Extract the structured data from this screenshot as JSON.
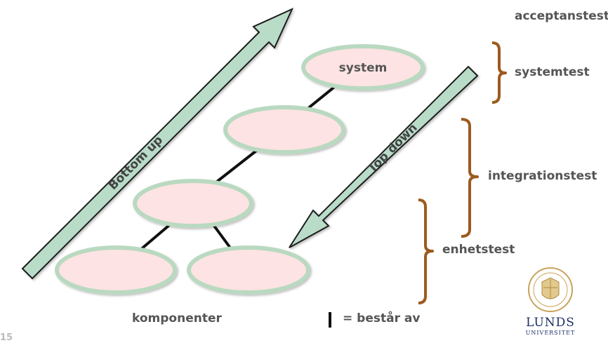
{
  "labels": {
    "acceptance": "acceptanstest",
    "system": "systemtest",
    "integration": "integrationstest",
    "unit": "enhetstest",
    "components": "komponenter",
    "legend": "= består av"
  },
  "arrows": {
    "bottom_up": "Bottom up",
    "top_down": "Top down"
  },
  "nodes": {
    "system": "system"
  },
  "slide_number": "15",
  "logo": {
    "name_line1": "LUNDS",
    "name_line2": "UNIVERSITET"
  },
  "colors": {
    "arrow_fill": "#b9dcc9",
    "node_fill": "#fde3e3",
    "node_border": "#b9d9c0",
    "bracket": "#9c5a1e",
    "text": "#555555"
  }
}
